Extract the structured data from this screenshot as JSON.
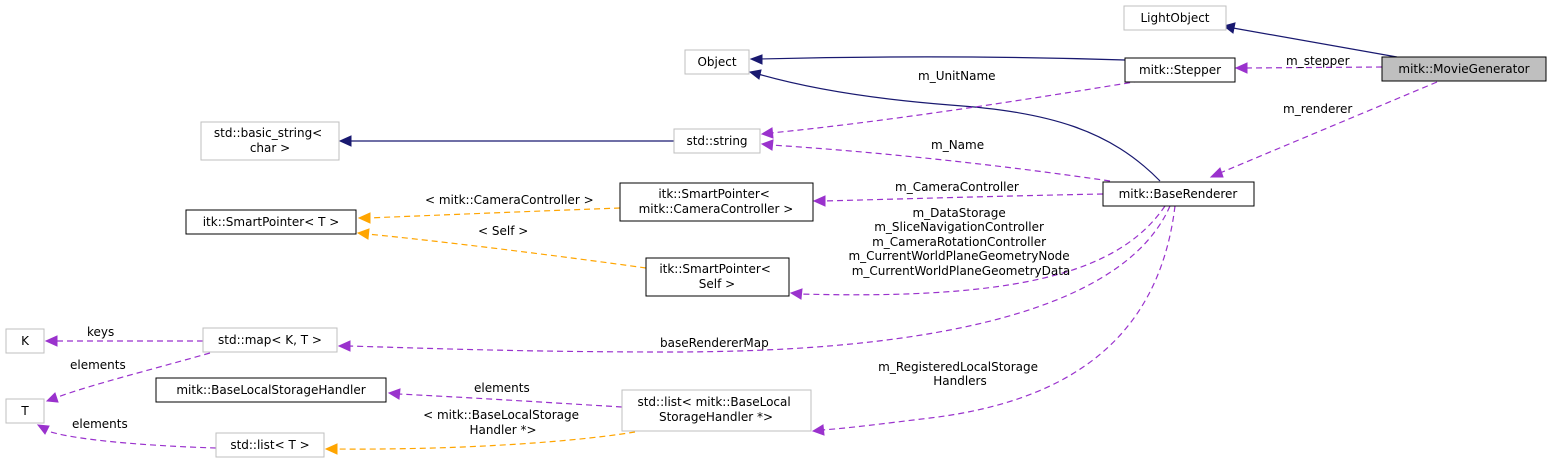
{
  "diagram": {
    "nodes": {
      "light_object": "LightObject",
      "object": "Object",
      "stepper": "mitk::Stepper",
      "movie_generator": "mitk::MovieGenerator",
      "basic_string": [
        "std::basic_string<",
        "char >"
      ],
      "std_string": "std::string",
      "base_renderer": "mitk::BaseRenderer",
      "smartpointer_camera": [
        "itk::SmartPointer<",
        "mitk::CameraController >"
      ],
      "smartpointer_t": "itk::SmartPointer< T >",
      "smartpointer_self": [
        "itk::SmartPointer<",
        "Self >"
      ],
      "k": "K",
      "std_map": "std::map< K, T >",
      "t": "T",
      "base_local_storage_handler": "mitk::BaseLocalStorageHandler",
      "std_list_handler": [
        "std::list< mitk::BaseLocal",
        "StorageHandler *>"
      ],
      "std_list_t": "std::list< T >"
    },
    "edge_labels": {
      "m_stepper": "m_stepper",
      "m_unitname": "m_UnitName",
      "m_renderer": "m_renderer",
      "m_name": "m_Name",
      "m_cameracontroller": "m_CameraController",
      "camera_template": "< mitk::CameraController >",
      "self_template": "< Self >",
      "multi_members": [
        "m_DataStorage",
        "m_SliceNavigationController",
        "m_CameraRotationController",
        "m_CurrentWorldPlaneGeometryNode",
        "m_CurrentWorldPlaneGeometryData"
      ],
      "keys": "keys",
      "elements_map": "elements",
      "base_renderer_map": "baseRendererMap",
      "elements_handler": "elements",
      "registered_handlers": [
        "m_RegisteredLocalStorage",
        "Handlers"
      ],
      "handler_template": [
        "< mitk::BaseLocalStorage",
        "Handler *>"
      ],
      "elements_list": "elements"
    },
    "colors": {
      "inheritance": "#191970",
      "usage": "#9a32cd",
      "template": "#ffa500",
      "focus_fill": "#bfbfbf",
      "undocumented_border": "#bfbfbf"
    }
  }
}
